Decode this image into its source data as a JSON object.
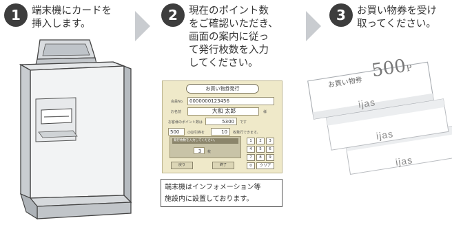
{
  "steps": [
    {
      "number": "1",
      "text": "端末機にカードを\n挿入します。"
    },
    {
      "number": "2",
      "text": "現在のポイント数\nをご確認いただき、\n画面の案内に従っ\nて発行枚数を入力\nしてください。"
    },
    {
      "number": "3",
      "text": "お買い物券を受け\n取ってください。"
    }
  ],
  "panel": {
    "title": "お買い物券発行",
    "member_label": "会員No.",
    "member_number": "0000000123456",
    "name_label": "お名前",
    "name": "大和 太郎",
    "honorific": "様",
    "points_label": "お客様のポイント数は",
    "points": "5300",
    "points_suffix": "です",
    "unit_value": "500",
    "unit_label": "の割引券を",
    "count": "10",
    "count_suffix": "枚発行できます。",
    "input_prompt": "発行枚数を入力してください。",
    "input_value": "3",
    "input_unit": "枚",
    "back_button": "戻り",
    "end_button": "終了",
    "keypad": [
      "1",
      "2",
      "3",
      "4",
      "5",
      "6",
      "7",
      "8",
      "9",
      "0",
      "クリア"
    ]
  },
  "note": "端末機はインフォメーション等\n施設内に設置しております。",
  "ticket": {
    "label": "お買い物券",
    "amount": "500",
    "unit": "P",
    "brand": "ijas"
  },
  "colors": {
    "step_circle": "#3d3d3d",
    "chevron": "#c9ccd0",
    "panel_bg": "#efe9c9"
  }
}
